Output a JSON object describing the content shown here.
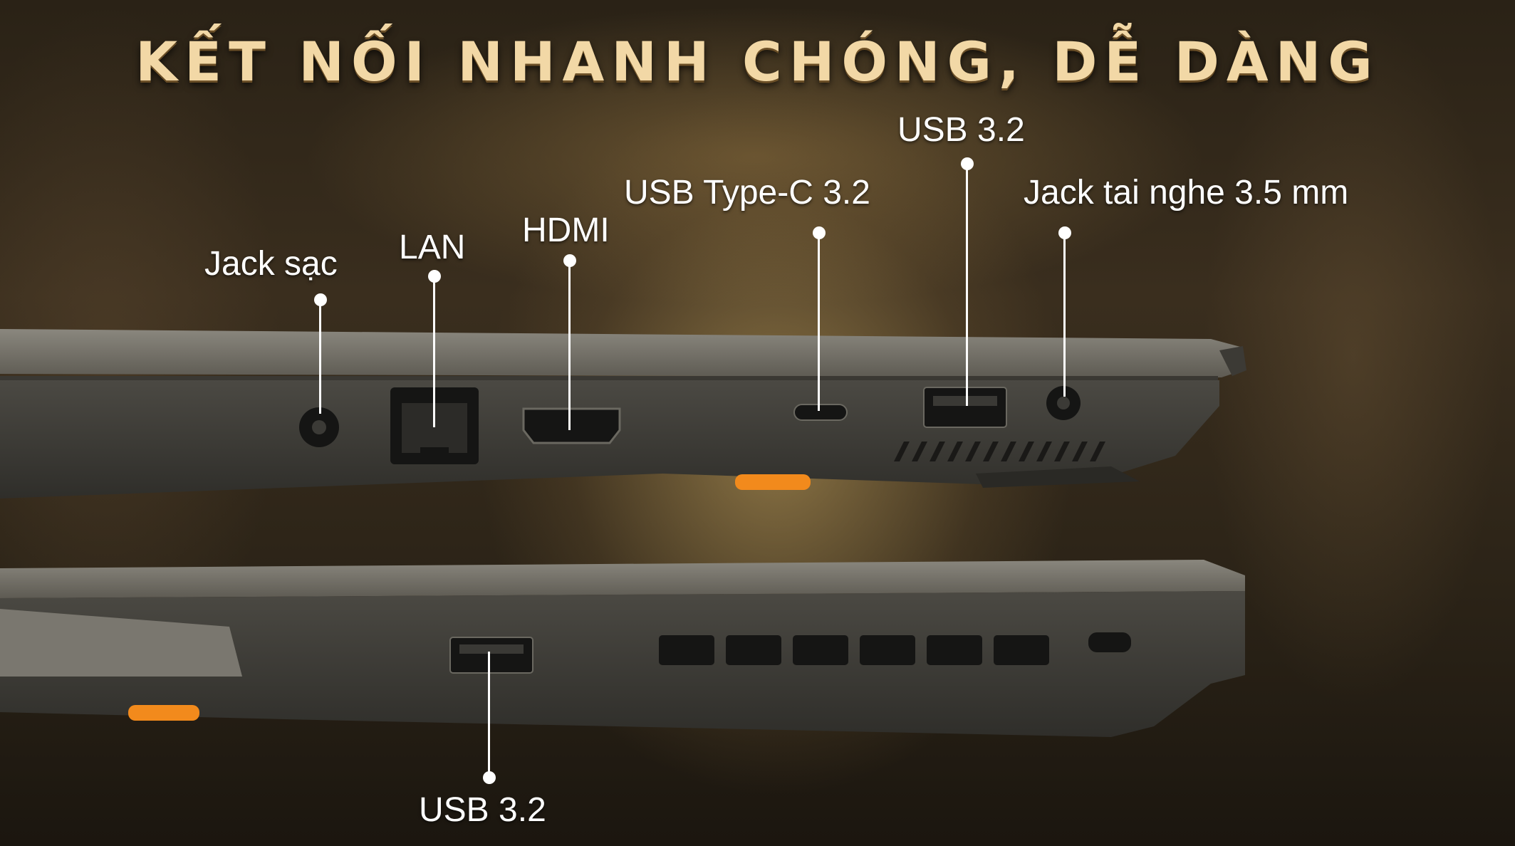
{
  "title": "KẾT NỐI NHANH CHÓNG, DỄ DÀNG",
  "labels": {
    "jack_sac": "Jack sạc",
    "lan": "LAN",
    "hdmi": "HDMI",
    "usb_type_c": "USB Type-C 3.2",
    "usb_top": "USB 3.2",
    "audio_jack": "Jack tai nghe 3.5 mm",
    "usb_bottom": "USB 3.2"
  },
  "colors": {
    "title": "#f2d8a6",
    "chassis": "#5d5a52",
    "accent": "#f28a1c",
    "callout": "#ffffff"
  },
  "icons": {
    "dc_port": "dc-power-jack-icon",
    "lan_port": "rj45-icon",
    "hdmi_port": "hdmi-icon",
    "usbc_port": "usb-c-icon",
    "usba_port": "usb-a-icon",
    "audio_port": "audio-jack-icon",
    "lock_slot": "kensington-lock-icon"
  }
}
